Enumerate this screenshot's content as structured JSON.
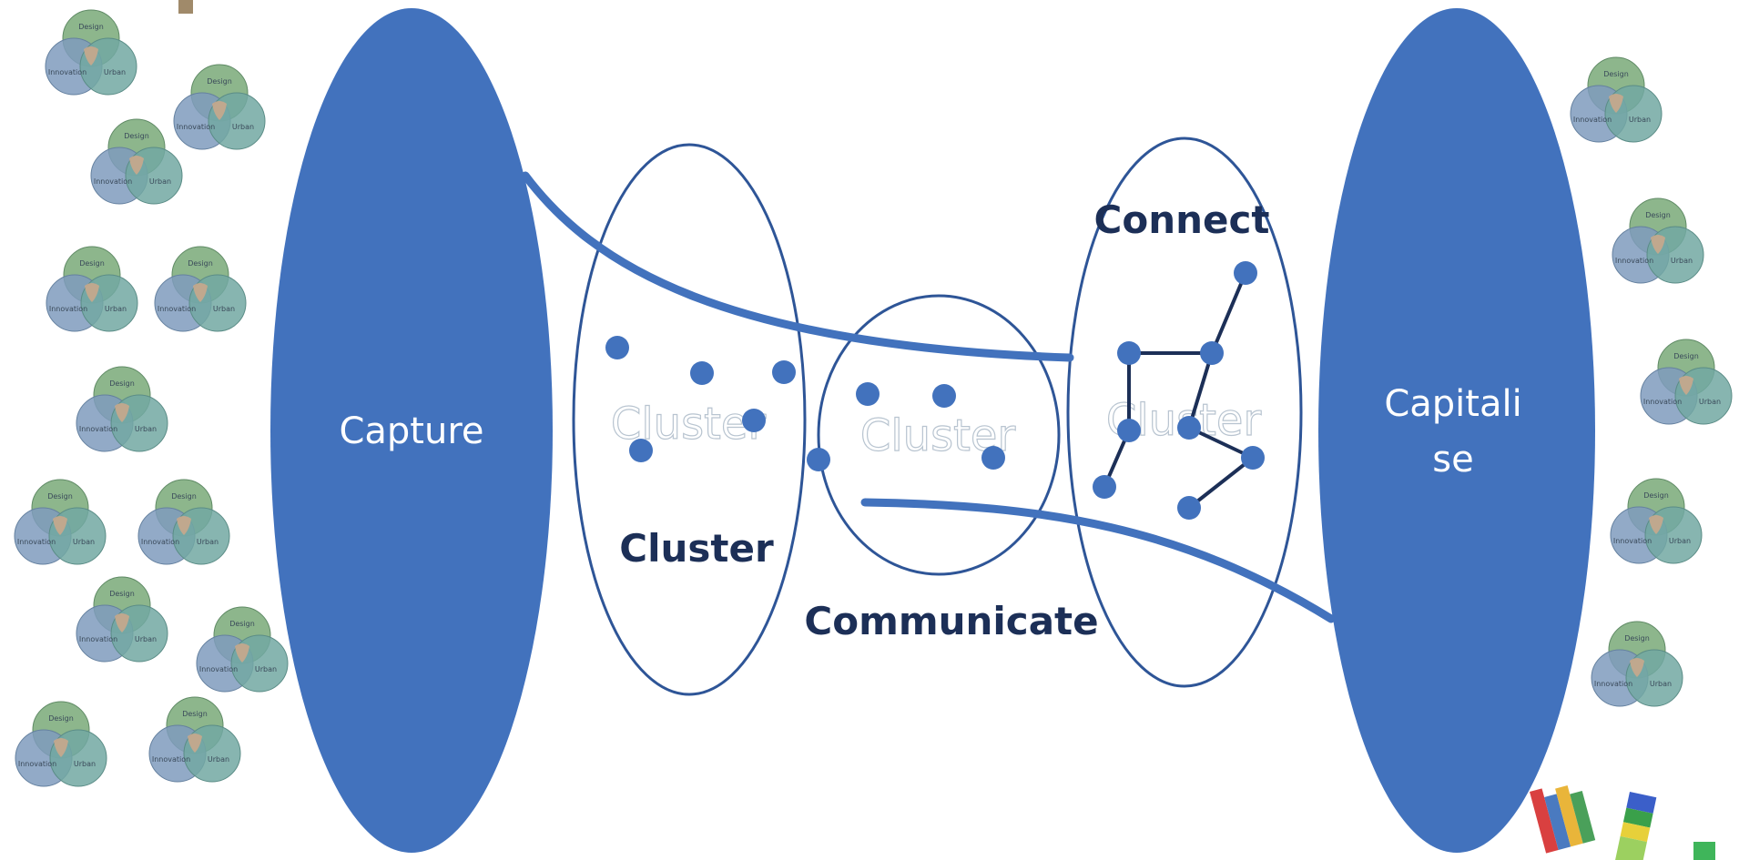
{
  "stages": {
    "capture": "Capture",
    "capitalise_line1": "Capitali",
    "capitalise_line2": "se",
    "cluster": "Cluster",
    "communicate": "Communicate",
    "connect": "Connect"
  },
  "ghost_labels": {
    "cluster_a": "Cluster",
    "cluster_b": "Cluster",
    "cluster_c": "Cluster"
  },
  "venn": {
    "top": "Design",
    "left": "Innovation",
    "right": "Urban"
  },
  "colors": {
    "blue": "#4272bd",
    "outline": "#2e5597",
    "navy": "#1c2f57",
    "venn_green": "#79a978",
    "venn_blue": "#7f9bbd",
    "venn_teal": "#72a8a2"
  }
}
